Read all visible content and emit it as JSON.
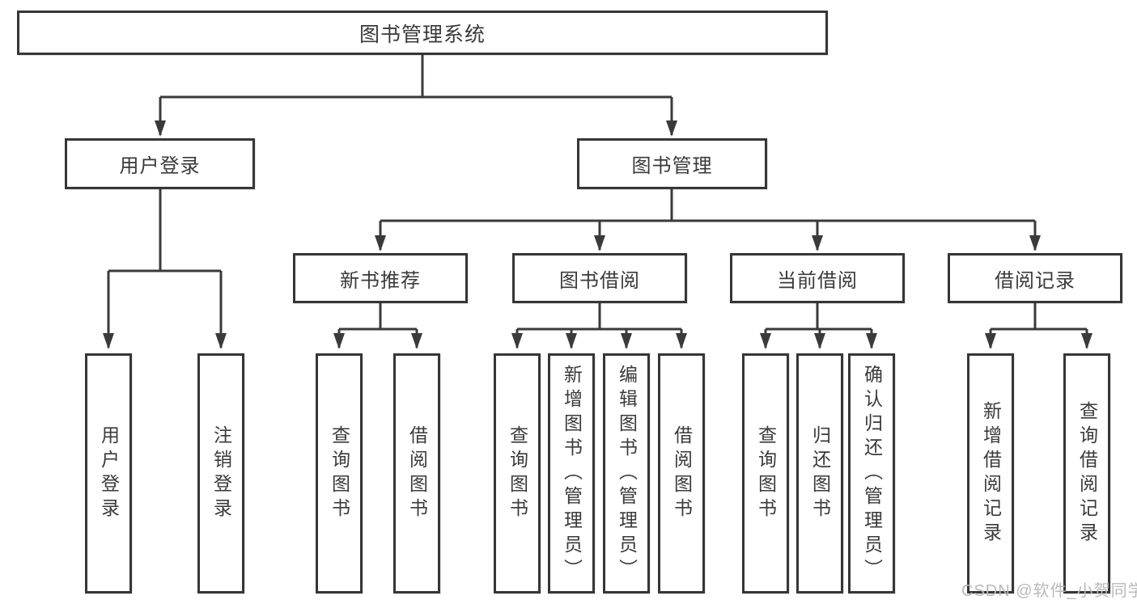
{
  "tree": {
    "root": {
      "label": "图书管理系统"
    },
    "level2": [
      {
        "label": "用户登录"
      },
      {
        "label": "图书管理"
      }
    ],
    "level3": [
      {
        "label": "新书推荐"
      },
      {
        "label": "图书借阅"
      },
      {
        "label": "当前借阅"
      },
      {
        "label": "借阅记录"
      }
    ],
    "leaf_groups": [
      {
        "parent": "用户登录",
        "items": [
          "用户登录",
          "注销登录"
        ]
      },
      {
        "parent": "新书推荐",
        "items": [
          "查询图书",
          "借阅图书"
        ]
      },
      {
        "parent": "图书借阅",
        "items": [
          "查询图书",
          "新增图书（管理员）",
          "编辑图书（管理员）",
          "借阅图书"
        ]
      },
      {
        "parent": "当前借阅",
        "items": [
          "查询图书",
          "归还图书",
          "确认归还（管理员）"
        ]
      },
      {
        "parent": "借阅记录",
        "items": [
          "新增借阅记录",
          "查询借阅记录"
        ]
      }
    ]
  },
  "watermark": "CSDN @软件_小贺同学",
  "colors": {
    "line": "#3a3a3a",
    "box_border": "#363636",
    "text": "#3a3a3a",
    "watermark": "#b9b9b9",
    "background": "#ffffff"
  }
}
